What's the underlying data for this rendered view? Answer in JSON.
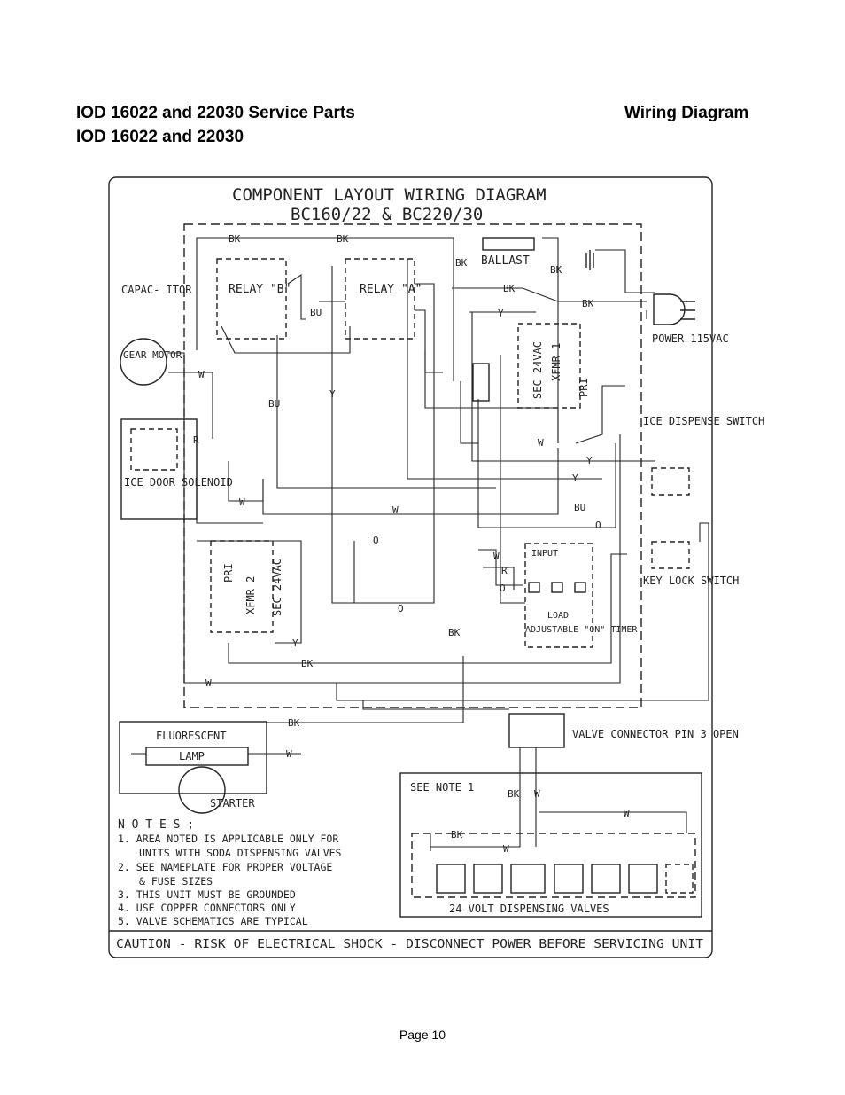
{
  "header": {
    "title_left": "IOD 16022 and 22030 Service Parts",
    "title_right": "Wiring Diagram",
    "subtitle": "IOD 16022 and 22030"
  },
  "diagram": {
    "title": "COMPONENT LAYOUT WIRING DIAGRAM",
    "subtitle": "BC160/22 & BC220/30",
    "components": {
      "relay_b": "RELAY \"B\"",
      "relay_a": "RELAY \"A\"",
      "ballast": "BALLAST",
      "capacitor": "CAPAC- ITOR",
      "gear_motor": "GEAR MOTOR",
      "power_plug": "POWER 115VAC",
      "ice_dispense_switch": "ICE DISPENSE SWITCH",
      "ice_door_solenoid": "ICE DOOR SOLENOID",
      "xfmr1": "XFMR 1",
      "xfmr1_pri": "PRI",
      "xfmr1_sec": "SEC 24VAC",
      "xfmr2": "XFMR 2",
      "xfmr2_pri": "PRI",
      "xfmr2_sec": "SEC 24VAC",
      "timer_input": "INPUT",
      "timer_load": "LOAD",
      "timer": "ADJUSTABLE \"ON\" TIMER",
      "key_lock_switch": "KEY LOCK SWITCH",
      "valve_connector": "VALVE CONNECTOR PIN 3 OPEN",
      "fluorescent_lamp": "FLUORESCENT",
      "lamp": "LAMP",
      "starter": "STARTER",
      "see_note": "SEE NOTE 1",
      "valves": "24 VOLT DISPENSING VALVES"
    },
    "wire_labels": {
      "bk": "BK",
      "w": "W",
      "r": "R",
      "y": "Y",
      "bu": "BU",
      "o": "O"
    },
    "notes_title": "N O T E S ;",
    "notes": [
      "1. AREA NOTED IS APPLICABLE ONLY FOR",
      "UNITS WITH SODA DISPENSING VALVES",
      "2. SEE NAMEPLATE FOR PROPER VOLTAGE",
      "& FUSE SIZES",
      "3. THIS UNIT MUST BE GROUNDED",
      "4. USE COPPER CONNECTORS ONLY",
      "5. VALVE SCHEMATICS ARE TYPICAL"
    ],
    "caution": "CAUTION - RISK OF ELECTRICAL SHOCK - DISCONNECT POWER BEFORE SERVICING UNIT"
  },
  "footer": {
    "page": "Page 10"
  }
}
